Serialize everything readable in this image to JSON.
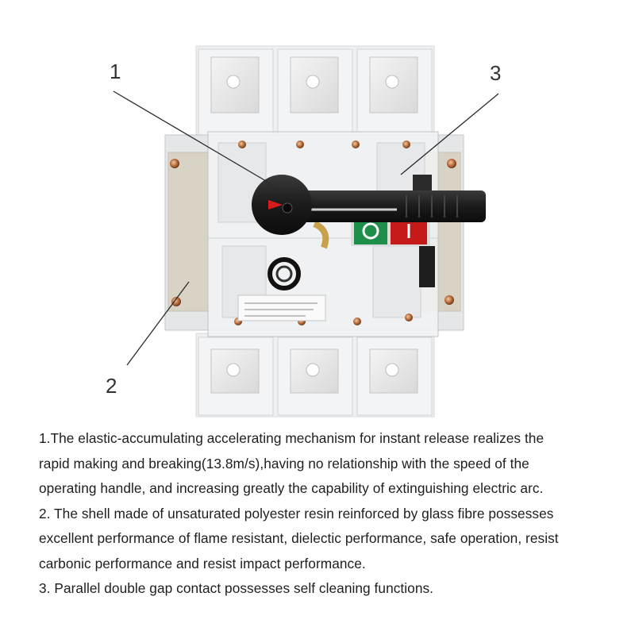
{
  "figure": {
    "callouts": [
      {
        "num": "1",
        "part": "operating-handle"
      },
      {
        "num": "2",
        "part": "shell"
      },
      {
        "num": "3",
        "part": "contacts"
      }
    ],
    "indicator_on": "I",
    "indicator_off": "O",
    "colors": {
      "handle": "#1b1b1b",
      "on": "#c41a1a",
      "off": "#1e8f4a",
      "shell": "#eceeef"
    }
  },
  "description": {
    "lines": [
      "1.The elastic-accumulating accelerating mechanism for instant release realizes the",
      "rapid making and breaking(13.8m/s),having no relationship with the speed of the",
      "operating handle, and increasing greatly the capability of extinguishing electric arc.",
      "2. The shell made of unsaturated polyester resin reinforced by glass fibre possesses",
      "excellent performance of flame resistant, dielectic performance, safe operation, resist",
      "carbonic performance and resist impact performance.",
      "3. Parallel double gap contact possesses self cleaning functions."
    ]
  }
}
